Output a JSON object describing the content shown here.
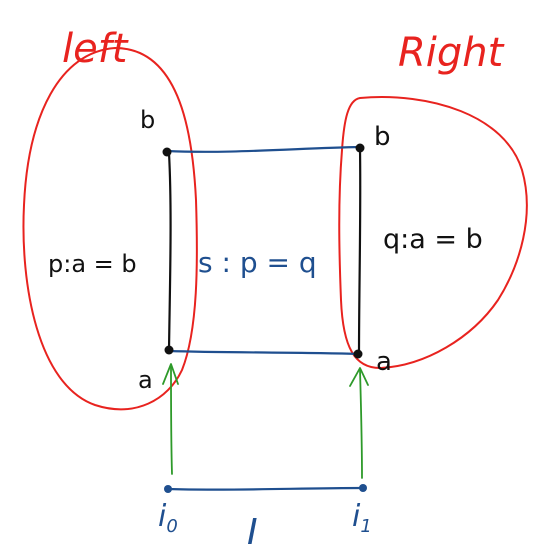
{
  "colors": {
    "red": "#e8231f",
    "blue": "#1f4f8f",
    "black": "#111111",
    "green": "#2e9a2a"
  },
  "labels": {
    "left_title": "left",
    "right_title": "Right",
    "left_top_point": "b",
    "left_bottom_point": "a",
    "right_top_point": "b",
    "right_bottom_point": "a",
    "left_path": "p:a = b",
    "right_path": "q:a = b",
    "square": "s : p = q",
    "interval": "I",
    "endpoint_start": "i",
    "endpoint_start_sub": "0",
    "endpoint_end": "i",
    "endpoint_end_sub": "1"
  }
}
